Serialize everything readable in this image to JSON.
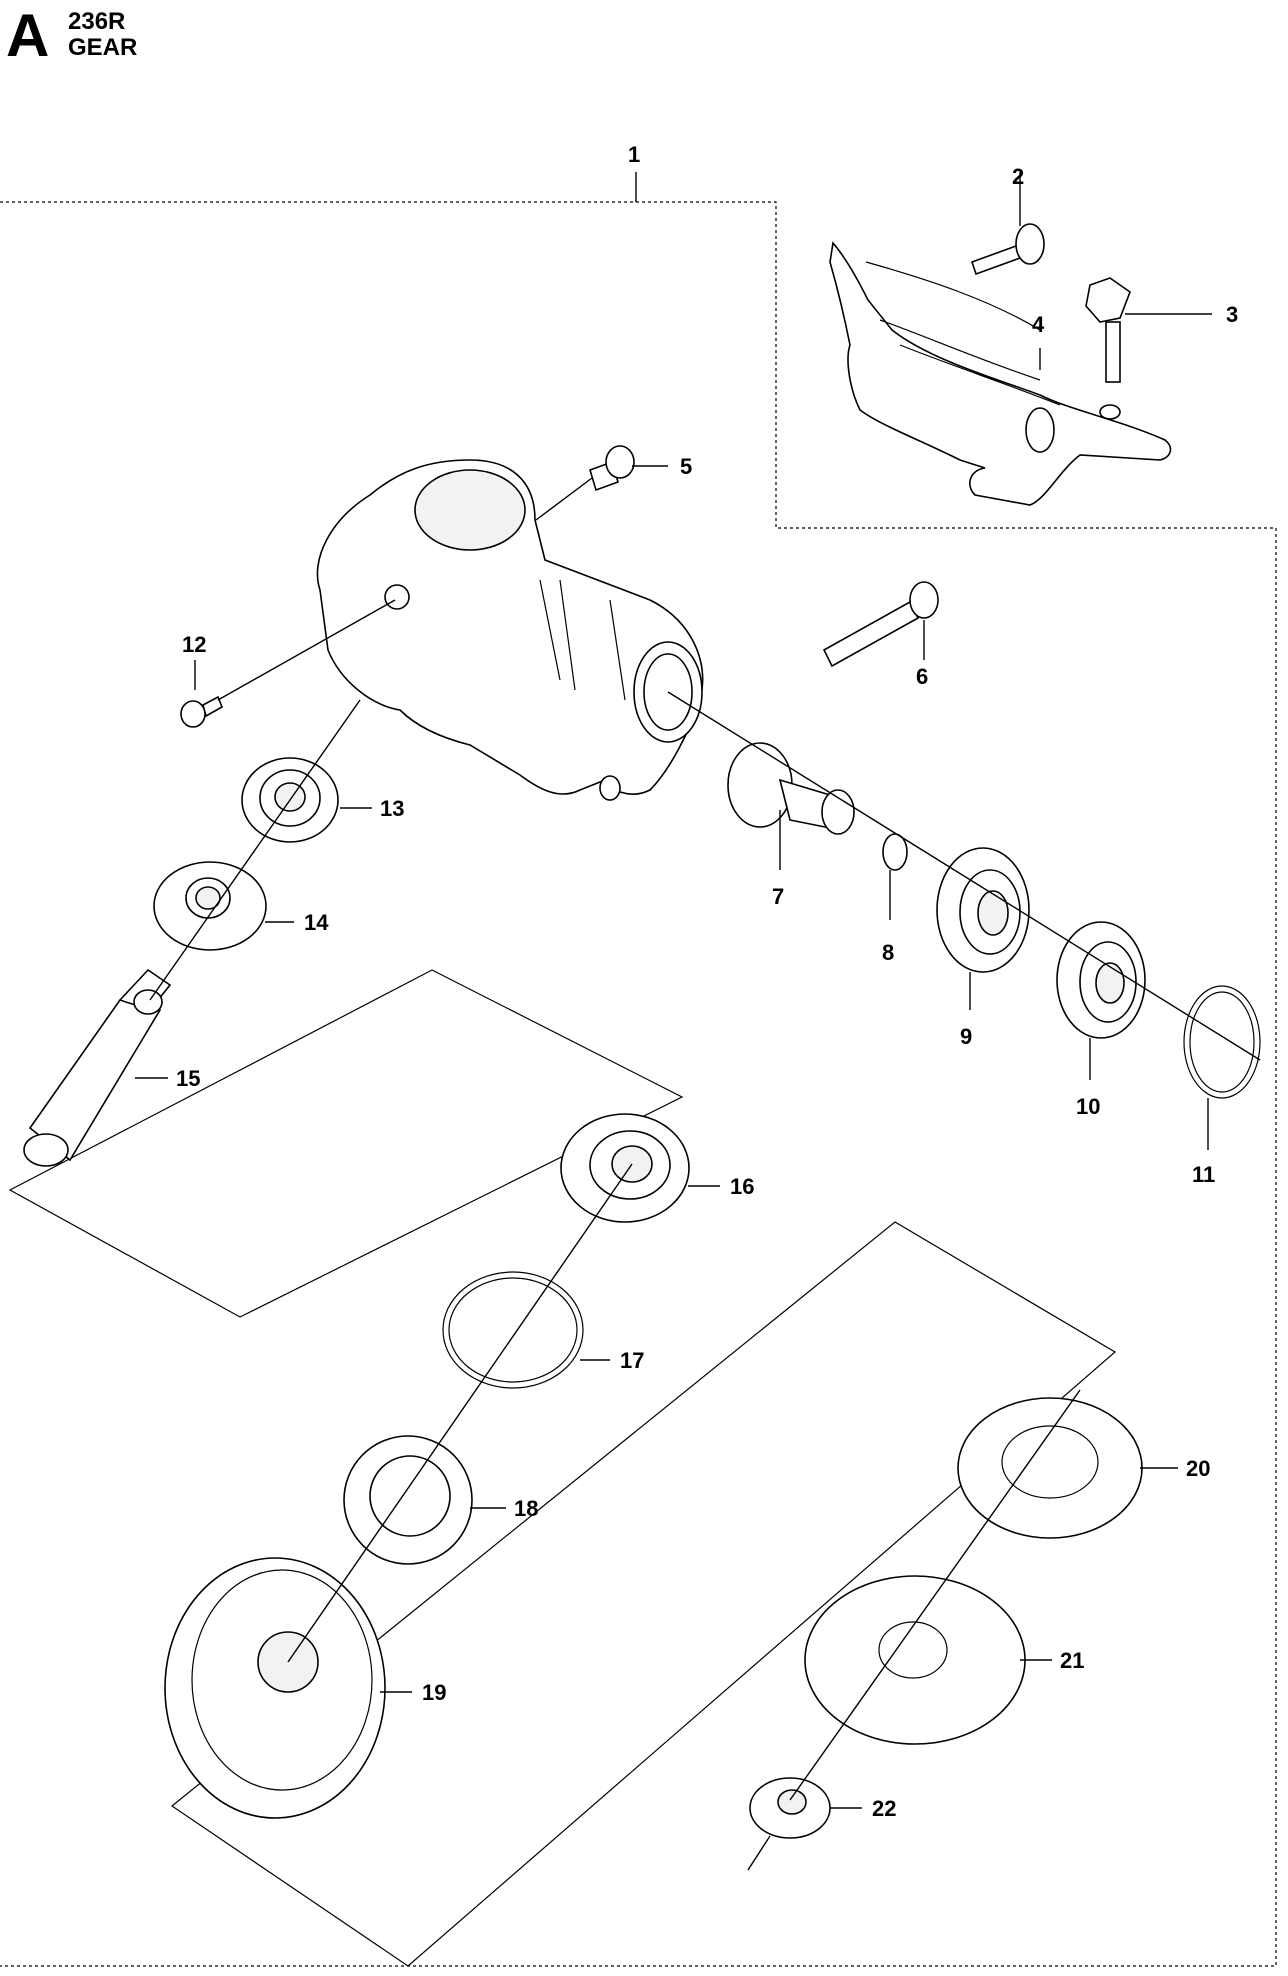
{
  "header": {
    "section_letter": "A",
    "model": "236R",
    "title": "GEAR"
  },
  "callouts": [
    "1",
    "2",
    "3",
    "4",
    "5",
    "6",
    "7",
    "8",
    "9",
    "10",
    "11",
    "12",
    "13",
    "14",
    "15",
    "16",
    "17",
    "18",
    "19",
    "20",
    "21",
    "22"
  ]
}
